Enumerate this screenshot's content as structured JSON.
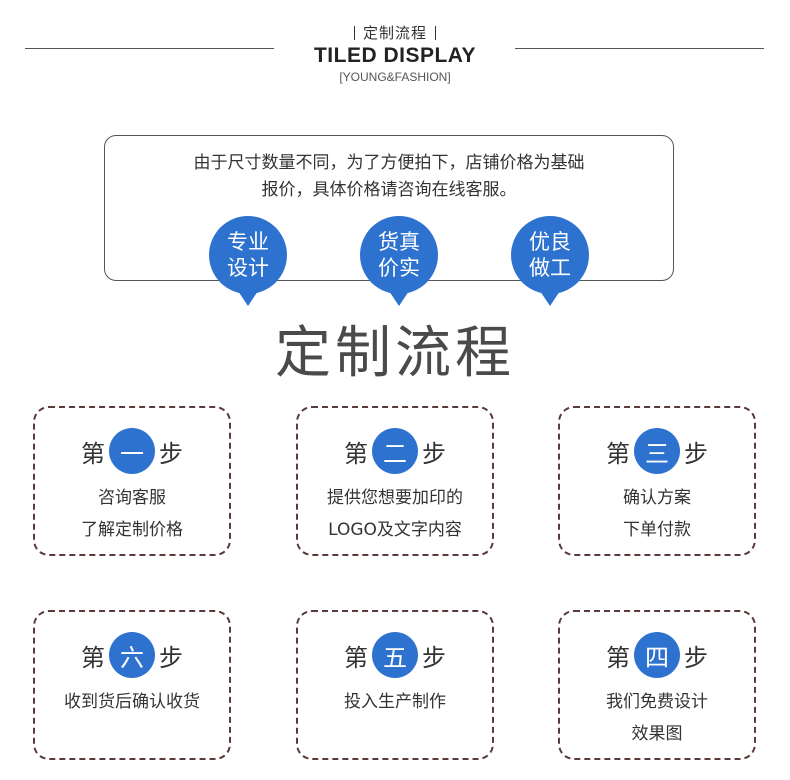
{
  "header": {
    "title_cn": "定制流程",
    "title_en": "TILED DISPLAY",
    "subtitle": "[YOUNG&FASHION]"
  },
  "notice": {
    "line1": "由于尺寸数量不同，为了方便拍下，店铺价格为基础",
    "line2": "报价，具体价格请咨询在线客服。"
  },
  "badges": [
    {
      "line1": "专业",
      "line2": "设计"
    },
    {
      "line1": "货真",
      "line2": "价实"
    },
    {
      "line1": "优良",
      "line2": "做工"
    }
  ],
  "main_title": "定制流程",
  "step_prefix": "第",
  "step_suffix": "步",
  "steps": [
    {
      "num": "一",
      "line1": "咨询客服",
      "line2": "了解定制价格"
    },
    {
      "num": "二",
      "line1": "提供您想要加印的",
      "line2": "LOGO及文字内容"
    },
    {
      "num": "三",
      "line1": "确认方案",
      "line2": "下单付款"
    },
    {
      "num": "六",
      "line1": "收到货后确认收货",
      "line2": ""
    },
    {
      "num": "五",
      "line1": "投入生产制作",
      "line2": ""
    },
    {
      "num": "四",
      "line1": "我们免费设计",
      "line2": "效果图"
    }
  ],
  "colors": {
    "accent": "#2e72cf",
    "border": "#5a3a3a",
    "text": "#333333"
  }
}
